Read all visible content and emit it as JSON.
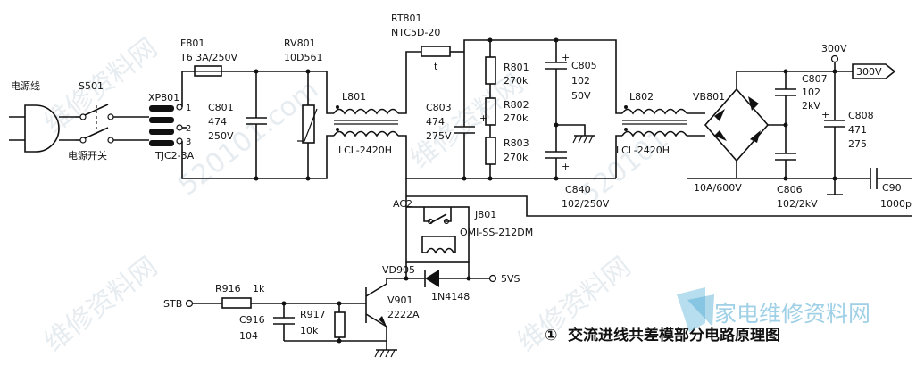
{
  "diagram": {
    "components": {
      "plug": "电源线",
      "switch_ref": "S501",
      "switch_name": "电源开关",
      "connector_ref": "XP801",
      "pin1": "1",
      "pin2": "2",
      "pin3": "3",
      "connector_type": "TJC2-3A",
      "fuse_ref": "F801",
      "fuse_val": "T6  3A/250V",
      "c801_ref": "C801",
      "c801_val": "474",
      "c801_v": "250V",
      "rv_ref": "RV801",
      "rv_val": "10D561",
      "l801_ref": "L801",
      "l801_val": "LCL-2420H",
      "rt_ref": "RT801",
      "rt_val": "NTC5D-20",
      "rt_t": "t",
      "c803_ref": "C803",
      "c803_val": "474",
      "c803_v": "275V",
      "r801_ref": "R801",
      "r801_val": "270k",
      "r802_ref": "R802",
      "r802_val": "270k",
      "r803_ref": "R803",
      "r803_val": "270k",
      "c805_ref": "C805",
      "c805_val": "102",
      "c805_v": "50V",
      "c840_ref": "C840",
      "c840_val": "102/250V",
      "l802_ref": "L802",
      "l802_val": "LCL-2420H",
      "vb_ref": "VB801",
      "vb_val": "10A/600V",
      "c807_ref": "C807",
      "c807_val": "102",
      "c807_v": "2kV",
      "c808_ref": "C808",
      "c808_val": "471",
      "c808_v": "275",
      "c806_ref": "C806",
      "c806_val": "102/2kV",
      "c90_ref": "C90",
      "c90_val": "1000p",
      "out_300v_label": "300V",
      "out_300v_arrow": "300V",
      "ac2": "AC2",
      "j801_ref": "J801",
      "j801_val": "OMI-SS-212DM",
      "vd905_ref": "VD905",
      "vd905_val": "1N4148",
      "vs": "5VS",
      "stb": "STB",
      "r916_ref": "R916",
      "r916_val": "1k",
      "c916_ref": "C916",
      "c916_val": "104",
      "r917_ref": "R917",
      "r917_val": "10k",
      "v901_ref": "V901",
      "v901_val": "2222A"
    },
    "caption_number": "①",
    "caption": "交流进线共差模部分电路原理图",
    "watermarks": [
      "维修资料网",
      "520101.com",
      "维修资料网",
      "520101",
      "维修资料网",
      "维修资料网"
    ],
    "brand_text": "家电维修资料网"
  }
}
